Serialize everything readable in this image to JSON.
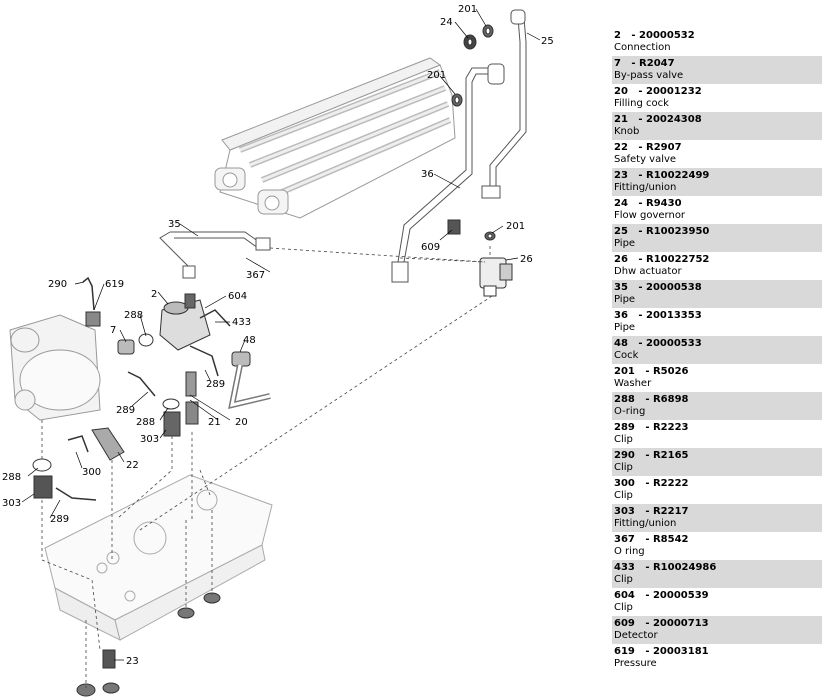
{
  "diagram": {
    "callouts": [
      "201",
      "24",
      "25",
      "201",
      "36",
      "35",
      "609",
      "201",
      "26",
      "367",
      "290",
      "619",
      "2",
      "604",
      "288",
      "433",
      "7",
      "48",
      "289",
      "289",
      "288",
      "21",
      "20",
      "303",
      "22",
      "300",
      "288",
      "303",
      "289",
      "23"
    ]
  },
  "parts": [
    {
      "ref": "2",
      "code": "20000532",
      "name": "Connection"
    },
    {
      "ref": "7",
      "code": "R2047",
      "name": "By-pass valve"
    },
    {
      "ref": "20",
      "code": "20001232",
      "name": "Filling cock"
    },
    {
      "ref": "21",
      "code": "20024308",
      "name": "Knob"
    },
    {
      "ref": "22",
      "code": "R2907",
      "name": "Safety valve"
    },
    {
      "ref": "23",
      "code": "R10022499",
      "name": "Fitting/union"
    },
    {
      "ref": "24",
      "code": "R9430",
      "name": "Flow governor"
    },
    {
      "ref": "25",
      "code": "R10023950",
      "name": "Pipe"
    },
    {
      "ref": "26",
      "code": "R10022752",
      "name": "Dhw actuator"
    },
    {
      "ref": "35",
      "code": "20000538",
      "name": "Pipe"
    },
    {
      "ref": "36",
      "code": "20013353",
      "name": "Pipe"
    },
    {
      "ref": "48",
      "code": "20000533",
      "name": "Cock"
    },
    {
      "ref": "201",
      "code": "R5026",
      "name": "Washer"
    },
    {
      "ref": "288",
      "code": "R6898",
      "name": "O-ring"
    },
    {
      "ref": "289",
      "code": "R2223",
      "name": "Clip"
    },
    {
      "ref": "290",
      "code": "R2165",
      "name": "Clip"
    },
    {
      "ref": "300",
      "code": "R2222",
      "name": "Clip"
    },
    {
      "ref": "303",
      "code": "R2217",
      "name": "Fitting/union"
    },
    {
      "ref": "367",
      "code": "R8542",
      "name": "O ring"
    },
    {
      "ref": "433",
      "code": "R10024986",
      "name": "Clip"
    },
    {
      "ref": "604",
      "code": "20000539",
      "name": "Clip"
    },
    {
      "ref": "609",
      "code": "20000713",
      "name": "Detector"
    },
    {
      "ref": "619",
      "code": "20003181",
      "name": "Pressure"
    }
  ]
}
